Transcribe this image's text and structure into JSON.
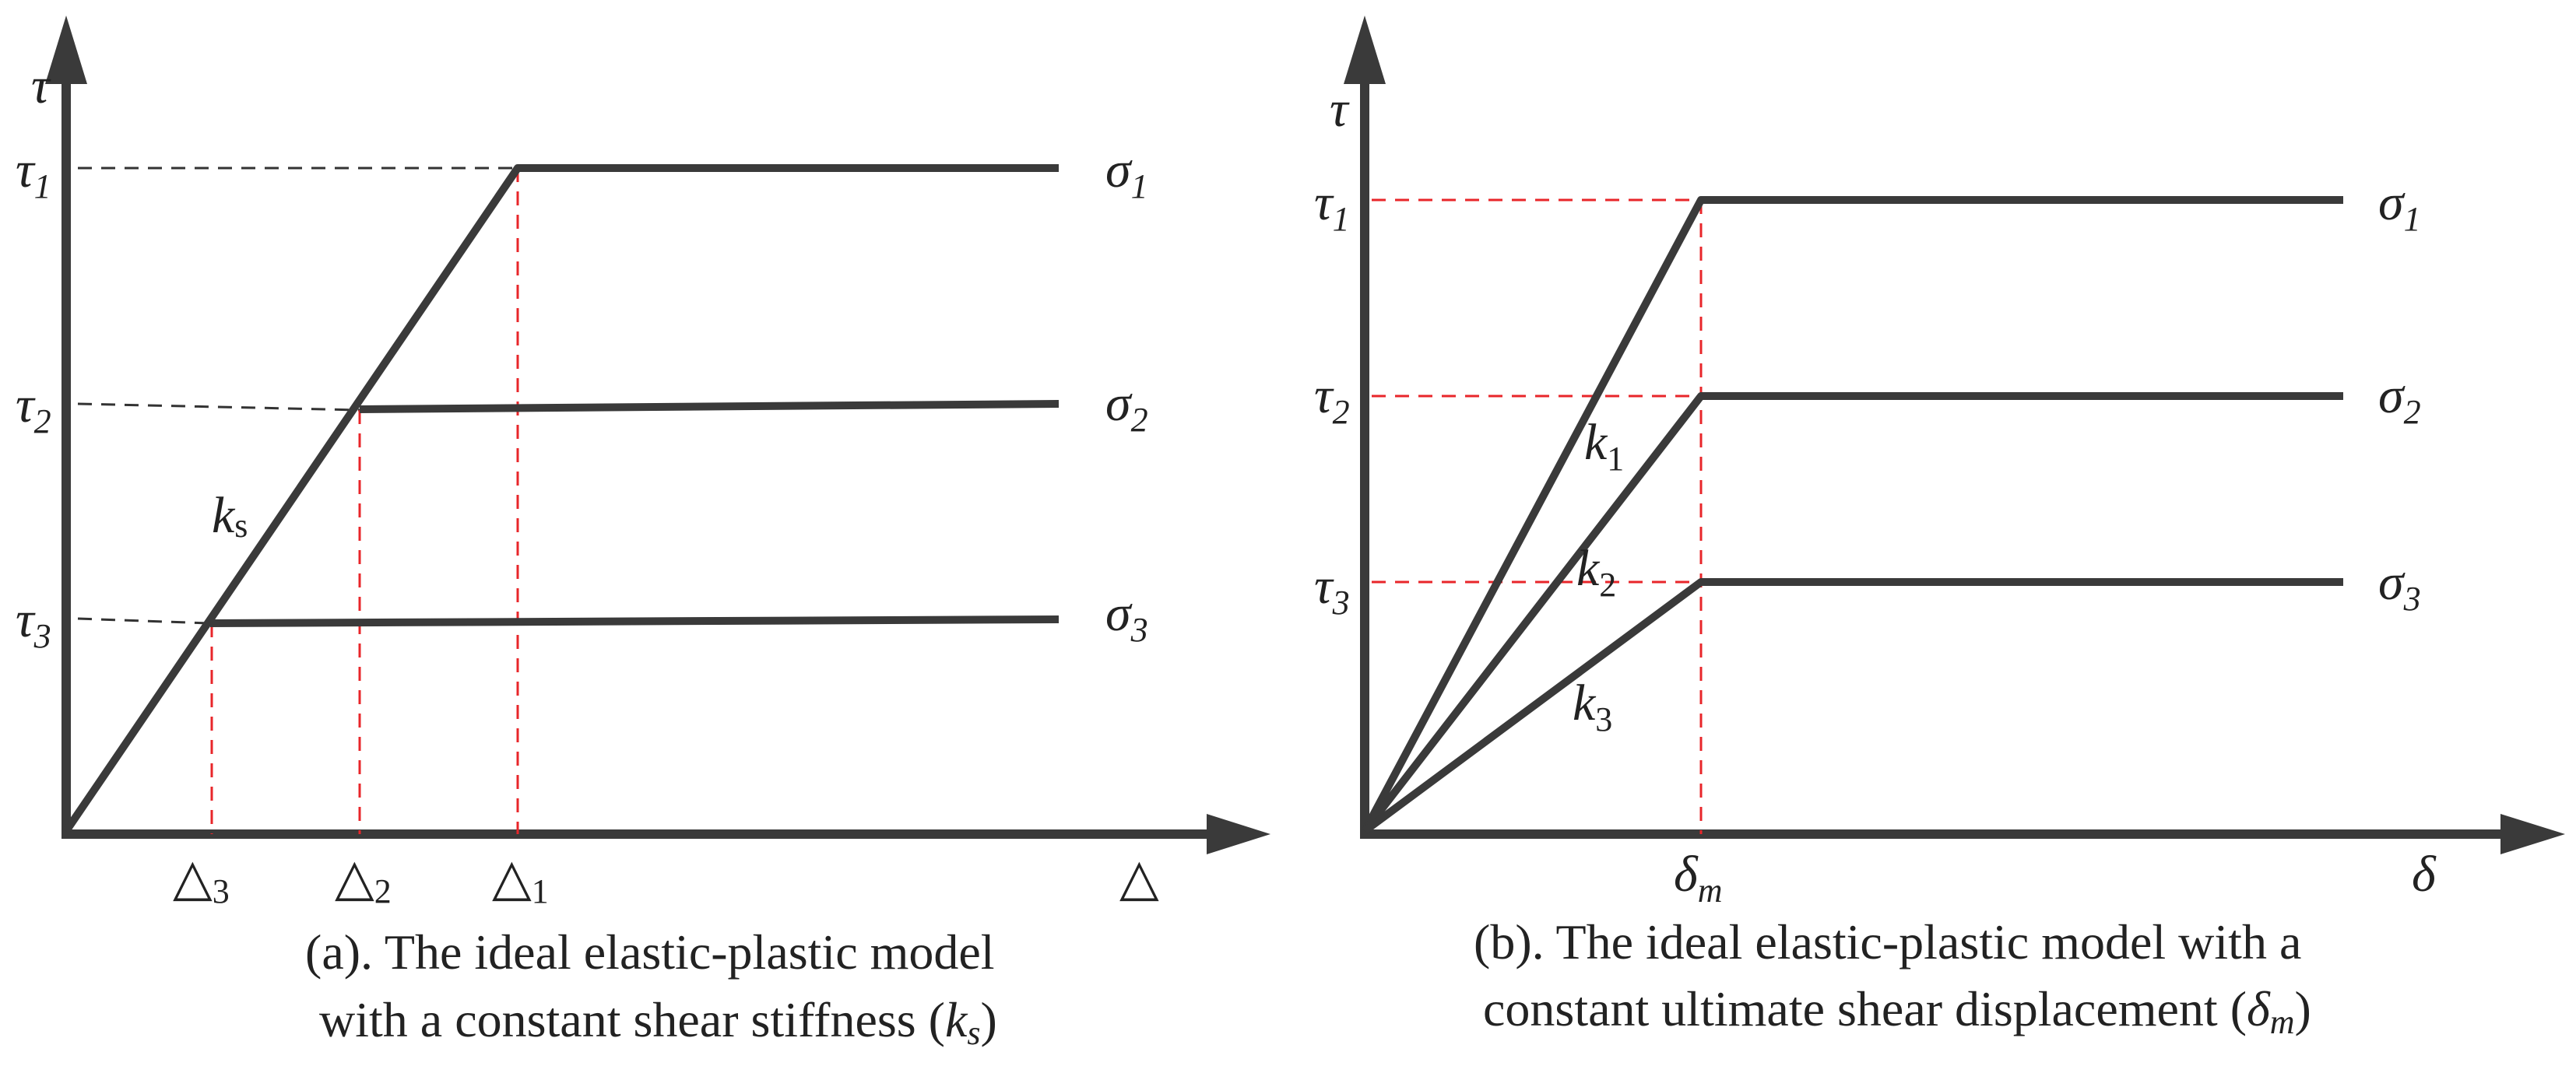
{
  "colors": {
    "curve": "#3a3a3a",
    "axis": "#3a3a3a",
    "guide_red": "#e8262a",
    "guide_black": "#333333"
  },
  "panel_a": {
    "y_axis_label": "τ",
    "x_axis_label": "△",
    "tau_labels": [
      {
        "base": "τ",
        "sub": "1"
      },
      {
        "base": "τ",
        "sub": "2"
      },
      {
        "base": "τ",
        "sub": "3"
      }
    ],
    "sigma_labels": [
      {
        "base": "σ",
        "sub": "1"
      },
      {
        "base": "σ",
        "sub": "2"
      },
      {
        "base": "σ",
        "sub": "3"
      }
    ],
    "delta_labels": [
      {
        "base": "△",
        "sub": "3"
      },
      {
        "base": "△",
        "sub": "2"
      },
      {
        "base": "△",
        "sub": "1"
      }
    ],
    "slope_label": {
      "base": "k",
      "sub": "s"
    },
    "caption_line1": "(a). The ideal elastic-plastic model",
    "caption_line2_prefix": "with a constant shear stiffness (",
    "caption_symbol": {
      "base": "k",
      "sub": "s"
    },
    "caption_line2_suffix": ")"
  },
  "panel_b": {
    "y_axis_label": "τ",
    "x_axis_label": "δ",
    "tau_labels": [
      {
        "base": "τ",
        "sub": "1"
      },
      {
        "base": "τ",
        "sub": "2"
      },
      {
        "base": "τ",
        "sub": "3"
      }
    ],
    "sigma_labels": [
      {
        "base": "σ",
        "sub": "1"
      },
      {
        "base": "σ",
        "sub": "2"
      },
      {
        "base": "σ",
        "sub": "3"
      }
    ],
    "slope_labels": [
      {
        "base": "k",
        "sub": "1"
      },
      {
        "base": "k",
        "sub": "2"
      },
      {
        "base": "k",
        "sub": "3"
      }
    ],
    "delta_m_label": {
      "base": "δ",
      "sub": "m"
    },
    "caption_line1": "(b). The ideal elastic-plastic model with a",
    "caption_line2_prefix": "constant ultimate shear displacement (",
    "caption_symbol": {
      "base": "δ",
      "sub": "m"
    },
    "caption_line2_suffix": ")"
  }
}
